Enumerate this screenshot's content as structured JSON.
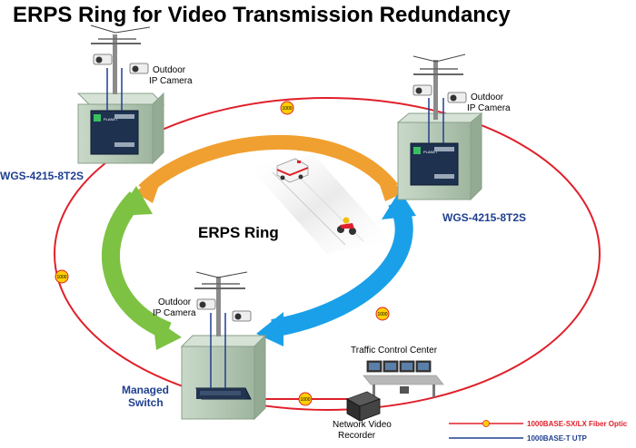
{
  "title": "ERPS Ring for Video Transmission Redundancy",
  "ring_label": "ERPS Ring",
  "link_speed": "1000",
  "switches": {
    "left": "WGS-4215-8T2S",
    "right": "WGS-4215-8T2S",
    "managed_line1": "Managed",
    "managed_line2": "Switch"
  },
  "device_brand": "PLANET",
  "cameras": {
    "line1": "Outdoor",
    "line2": "IP Camera"
  },
  "traffic_center": "Traffic Control Center",
  "nvr": {
    "line1": "Network Video",
    "line2": "Recorder"
  },
  "legend": {
    "fiber": "1000BASE-SX/LX Fiber Optic",
    "utp": "1000BASE-T UTP"
  },
  "colors": {
    "fiber": "#e0202a",
    "utp": "#1f3f8f",
    "arrow_orange": "#f0a030",
    "arrow_blue": "#1aa0e8",
    "arrow_green": "#7dc242",
    "cabinet": "#b5c9b5",
    "badge": "#ffd000"
  }
}
